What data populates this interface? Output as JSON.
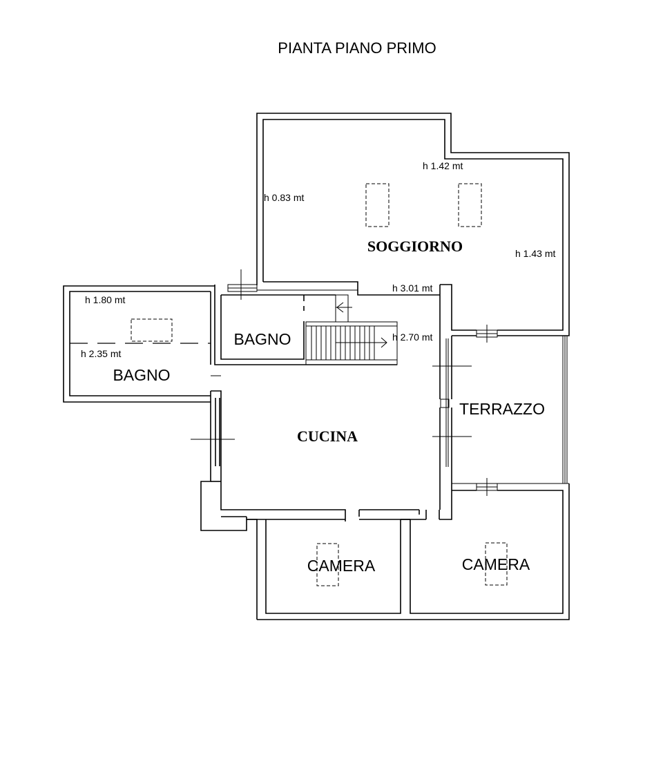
{
  "title": "PIANTA PIANO PRIMO",
  "rooms": {
    "soggiorno": "SOGGIORNO",
    "bagno_small": "BAGNO",
    "bagno_large": "BAGNO",
    "cucina": "CUCINA",
    "terrazzo": "TERRAZZO",
    "camera_left": "CAMERA",
    "camera_right": "CAMERA"
  },
  "heights": {
    "h142": "h 1.42 mt",
    "h083": "h 0.83 mt",
    "h143": "h 1.43 mt",
    "h301": "h 3.01 mt",
    "h270": "h 2.70 mt",
    "h180": "h 1.80 mt",
    "h235": "h 2.35 mt"
  }
}
